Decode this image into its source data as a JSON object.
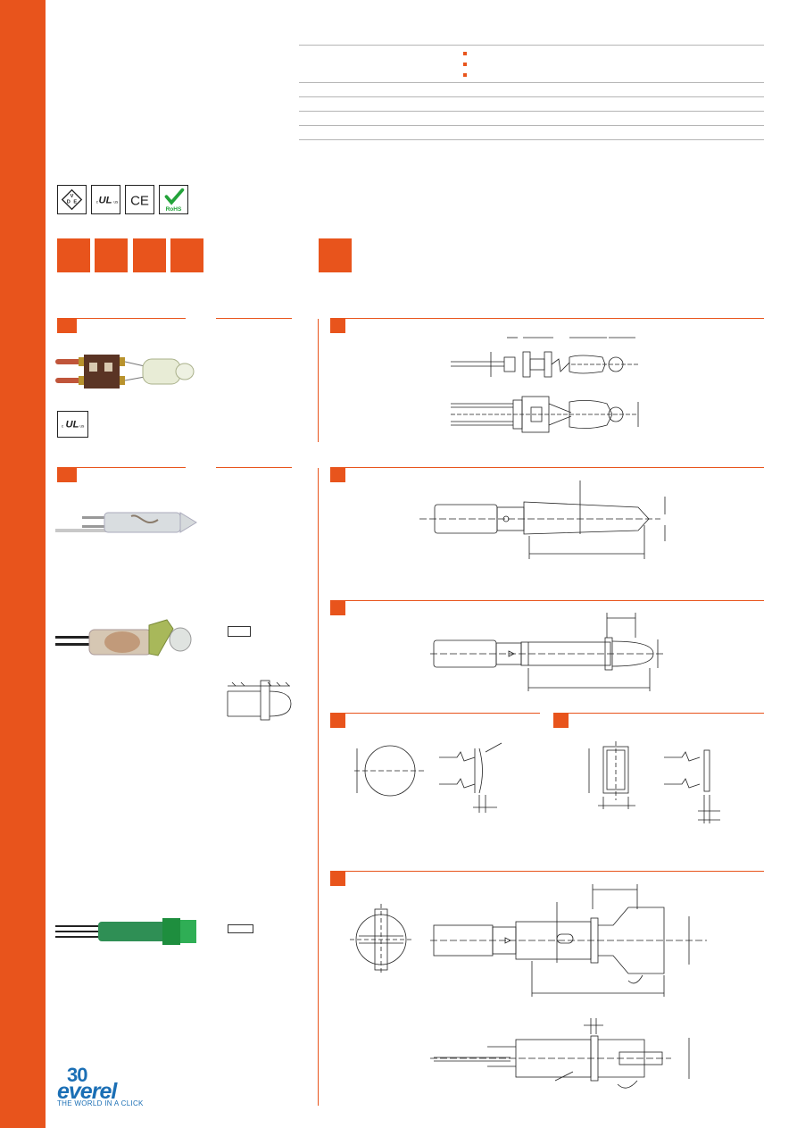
{
  "brand": {
    "accent_color": "#e8541c",
    "logo_number": "30",
    "logo_word": "everel",
    "logo_tagline": "THE WORLD IN A CLICK"
  },
  "certifications": [
    "VDE",
    "cULus",
    "CE",
    "RoHS"
  ],
  "cert_labels": {
    "rohs": "RoHS",
    "ce": "CE",
    "ul_c": "c",
    "ul_us": "us",
    "vde": "VDE"
  },
  "icons": {
    "vde": "vde-mark-icon",
    "ul": "ul-listed-icon",
    "ce": "ce-mark-icon",
    "rohs": "rohs-check-icon"
  },
  "sections": [
    "lamp-holder-with-lamp",
    "neon-lamp-pointed",
    "neon-lamp-with-lens",
    "round-lens",
    "rectangular-lens",
    "square-cap-lamp"
  ]
}
